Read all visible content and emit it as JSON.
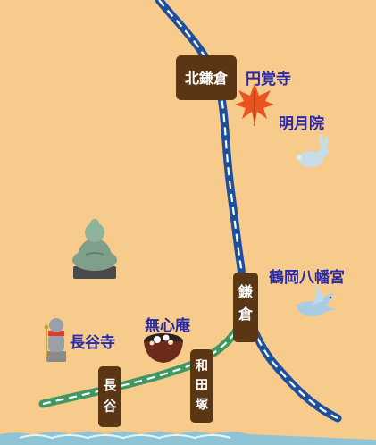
{
  "colors": {
    "background": "#f6cb8c",
    "jr_line": "#1d4f9c",
    "enoden_line": "#3f9762",
    "track_dash": "#ffffff",
    "station_box": "#5a3614",
    "station_text": "#ffffff",
    "place_text": "#2a2aa6",
    "sea": "#8fc3d6",
    "wave_light": "#e7f3f8",
    "maple": "#e8531f",
    "rabbit": "#c9dde8",
    "dove": "#a8cde3",
    "buddha": "#7ea08a",
    "bowl": "#6b2a1a"
  },
  "stations": {
    "kitakamakura": {
      "label": "北鎌倉"
    },
    "kamakura": {
      "label": "鎌倉"
    },
    "wadazuka": {
      "label": "和田塚"
    },
    "hase": {
      "label": "長谷"
    }
  },
  "places": {
    "engakuji": {
      "label": "円覚寺",
      "icon": "maple-leaf-icon"
    },
    "meigetsuin": {
      "label": "明月院",
      "icon": "rabbit-icon"
    },
    "tsurugaoka": {
      "label": "鶴岡八幡宮",
      "icon": "dove-icon"
    },
    "mushinan": {
      "label": "無心庵",
      "icon": "anmitsu-bowl-icon"
    },
    "hasedera": {
      "label": "長谷寺",
      "icon": "jizo-statue-icon"
    },
    "daibutsu": {
      "icon": "great-buddha-icon"
    }
  },
  "lines": {
    "jr": {
      "icon": "railway-line"
    },
    "enoden": {
      "icon": "railway-line"
    }
  }
}
